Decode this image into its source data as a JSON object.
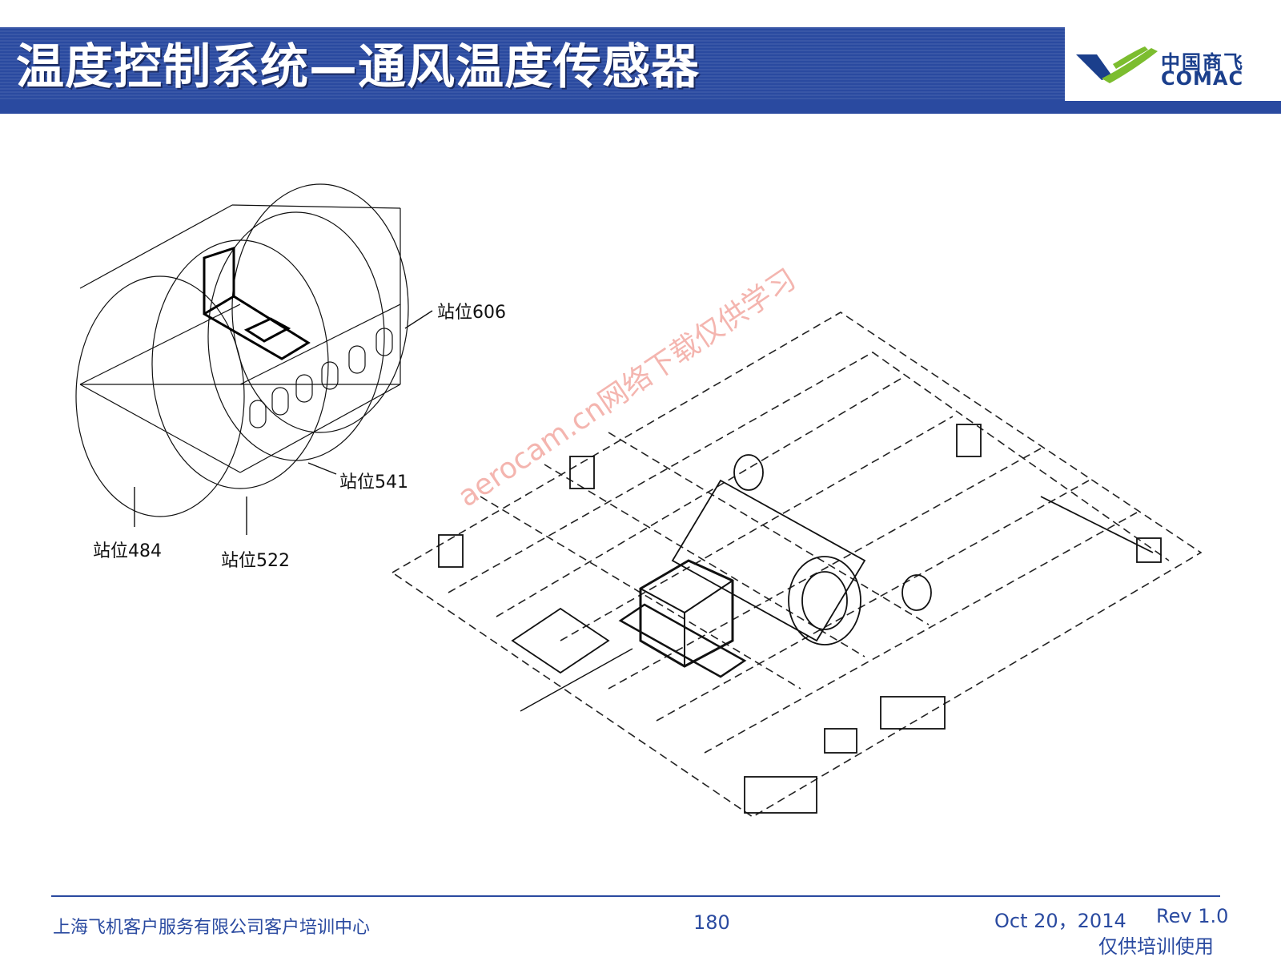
{
  "slide": {
    "title": "温度控制系统—通风温度传感器"
  },
  "logo": {
    "name_cn": "中国商飞",
    "name_en": "COMAC",
    "colors": {
      "blue": "#1b3f8c",
      "green": "#7cbd2f"
    }
  },
  "figure": {
    "stations": [
      {
        "label": "站位606"
      },
      {
        "label": "站位541"
      },
      {
        "label": "站位484"
      },
      {
        "label": "站位522"
      }
    ],
    "watermark": "aerocam.cn网络下载仅供学习"
  },
  "footer": {
    "organization": "上海飞机客户服务有限公司客户培训中心",
    "page_number": "180",
    "date": "Oct 20，2014",
    "revision": "Rev 1.0",
    "note": "仅供培训使用"
  },
  "colors": {
    "header_blue": "#2a4aa0",
    "line_black": "#111111",
    "watermark_red": "#eb786e"
  }
}
